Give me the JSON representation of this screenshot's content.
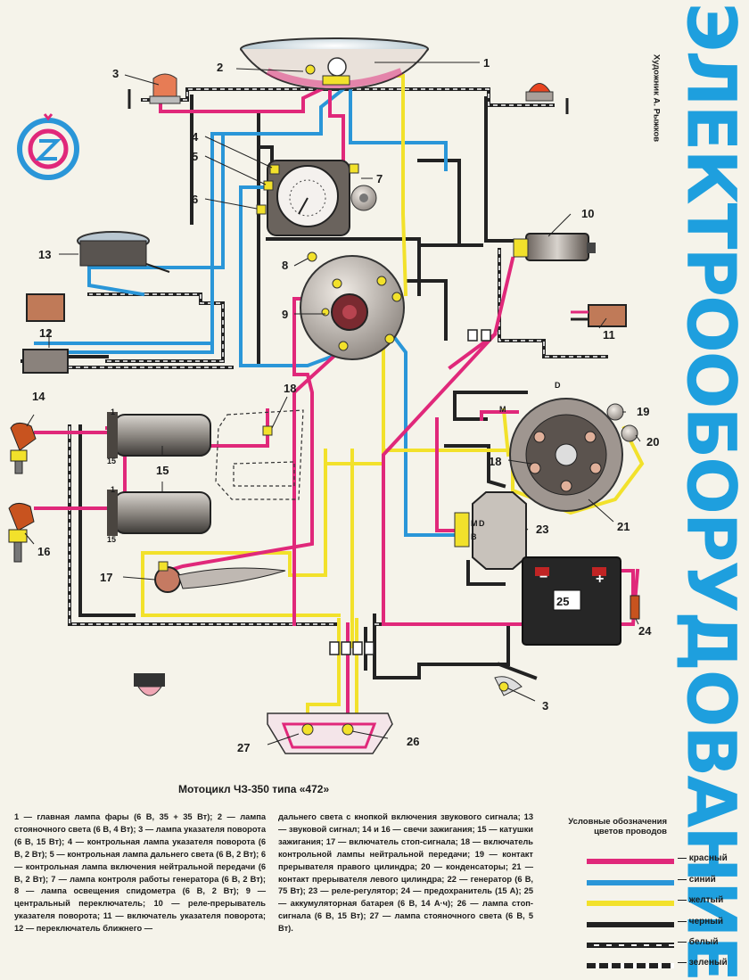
{
  "title_vertical": "ЭЛЕКТРООБОРУДОВАНИЕ",
  "artist_credit": "Художник А. Рыжков",
  "logo_letter": "Z",
  "caption_title": "Мотоцикл ЧЗ-350 типа «472»",
  "description_left": "1 — главная лампа фары (6 В, 35 + 35 Вт); 2 — лампа стояночного света (6 В, 4 Вт); 3 — лампа указателя поворота (6 В, 15 Вт); 4 — контрольная лампа указателя поворота (6 В, 2 Вт); 5 — контрольная лампа дальнего света (6 В, 2 Вт); 6 — контрольная лампа включения нейтральной передачи (6 В, 2 Вт); 7 — лампа контроля работы генератора (6 В, 2 Вт); 8 — лампа освещения спидометра (6 В, 2 Вт); 9 — центральный переключатель; 10 — реле-прерыватель указателя поворота; 11 — включатель указателя поворота; 12 — переключатель ближнего —",
  "description_right": "дальнего света с кнопкой включения звукового сигнала; 13 — звуковой сигнал; 14 и 16 — свечи зажигания; 15 — катушки зажигания; 17 — включатель стоп-сигнала; 18 — включатель контрольной лампы нейтральной передачи; 19 — контакт прерывателя правого цилиндра; 20 — конденсаторы; 21 — контакт прерывателя левого цилиндра; 22 — генератор (6 В, 75 Вт); 23 — реле-регулятор; 24 — предохранитель (15 А); 25 — аккумуляторная батарея (6 В, 14 А·ч); 26 — лампа стоп-сигнала (6 В, 15 Вт); 27 — лампа стояночного света (6 В, 5 Вт).",
  "legend": {
    "title": "Условные обозначения цветов проводов",
    "items": [
      {
        "name": "— красный",
        "color": "#e0287a"
      },
      {
        "name": "— синий",
        "color": "#2a96d8"
      },
      {
        "name": "— желтый",
        "color": "#f2e12b"
      },
      {
        "name": "— черный",
        "color": "#222222"
      },
      {
        "name": "— белый",
        "color": "#ffffff"
      },
      {
        "name": "— зеленый",
        "color": "#222222"
      }
    ]
  },
  "callouts": [
    "1",
    "2",
    "3",
    "4",
    "5",
    "6",
    "7",
    "8",
    "9",
    "10",
    "11",
    "12",
    "13",
    "14",
    "15",
    "15",
    "16",
    "17",
    "18",
    "19",
    "20",
    "21",
    "22",
    "23",
    "24",
    "25",
    "3",
    "27",
    "26"
  ],
  "component_marks": {
    "coil_upper_1": "1",
    "coil_upper_15": "15",
    "coil_lower_1": "1",
    "coil_lower_15": "15",
    "battery_minus": "−",
    "battery_plus": "+",
    "gen_M": "M",
    "gen_D": "D",
    "reg_M": "M",
    "reg_D": "D",
    "reg_B": "B"
  }
}
